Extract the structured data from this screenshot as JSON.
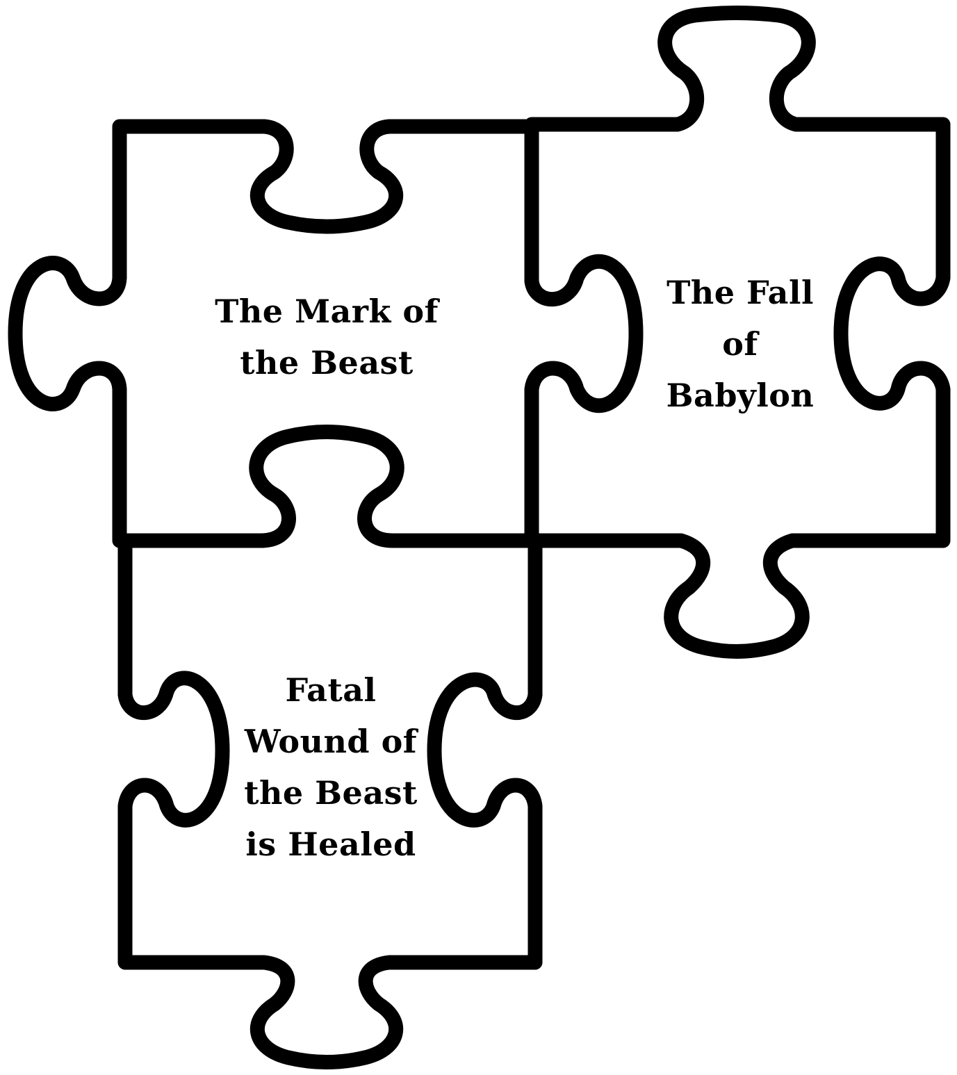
{
  "colors": {
    "background": "#ffffff",
    "outline": "#000000",
    "text": "#000000"
  },
  "pieces": {
    "mark": {
      "lines": [
        "The Mark of",
        "the Beast"
      ]
    },
    "fall": {
      "lines": [
        "The Fall",
        "of",
        "Babylon"
      ]
    },
    "wound": {
      "lines": [
        "Fatal",
        "Wound of",
        "the Beast",
        "is Healed"
      ]
    }
  }
}
